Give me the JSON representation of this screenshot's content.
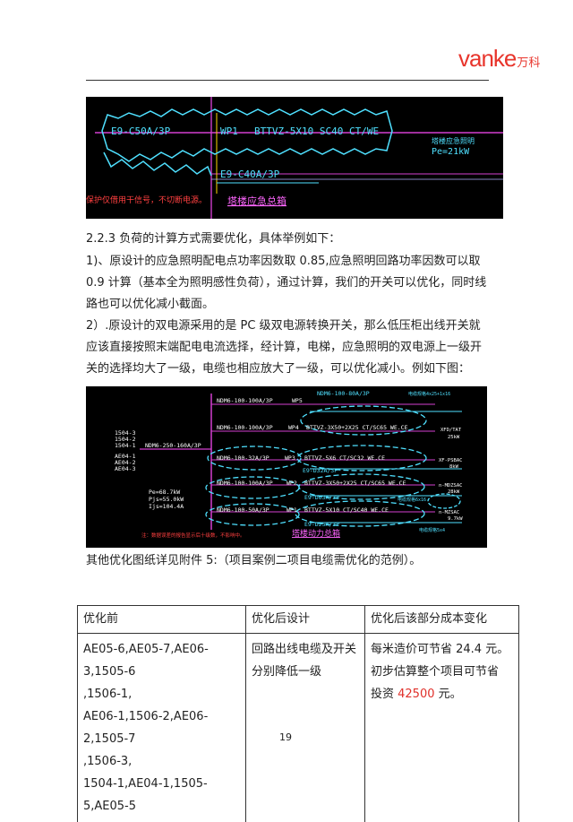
{
  "header": {
    "brand_latin": "vanke",
    "brand_cn": "万科"
  },
  "figure1": {
    "labels": {
      "breaker_top": "E9-C50A/3P",
      "wp": "WP1",
      "cable": "BTTVZ-5X10 SC40 CT/WE",
      "breaker_bottom": "E9-C40A/3P",
      "right_title": "塔楼应急照明",
      "right_load": "Pe=21kW",
      "left_note": "保护仅借用干信号，不切断电源。",
      "box_title": "塔楼应急总箱"
    }
  },
  "section": {
    "heading": "2.2.3 负荷的计算方式需要优化，具体举例如下：",
    "para1": "1)、原设计的应急照明配电点功率因数取 0.85,应急照明回路功率因数可以取 0.9 计算（基本全为照明感性负荷），通过计算，我们的开关可以优化，同时线路也可以优化减小截面。",
    "para2": "2）.原设计的双电源采用的是 PC 级双电源转换开关，那么低压柜出线开关就应该直接按照末端配电电流选择，经计算，电梯，应急照明的双电源上一级开关的选择均大了一级，电缆也相应放大了一级，可以优化减小。例如下图："
  },
  "figure2": {
    "labels": {
      "r1": "NDM6-100-100A/3P",
      "r1wp": "WP5",
      "r1b": "NDM6-100-80A/3P",
      "r1c": "电缆规格4x25+1x16",
      "r2": "NDM6-100-100A/3P",
      "r2wp": "WP4",
      "r2cable": "BTTVZ-3X50+2X25 CT/SC65 WE.CE",
      "r2load": "XFD/TAT",
      "r2kw": "25kW",
      "main": "NDM6-250-160A/3P",
      "left1": "1504-3",
      "left2": "1504-2",
      "left3": "1504-1",
      "left4": "AE04-1",
      "left5": "AE04-2",
      "left6": "AE04-3",
      "r3": "NDM6-100-32A/3P",
      "r3wp": "WP3",
      "r3cable": "BTTVZ-5X6 CT/SC32 WE.CE",
      "r3load": "XF-PSBAC",
      "r3kw": "8kW",
      "r3b": "E9-D32A/3P",
      "r4": "NDM6-100-100A/3P",
      "r4wp": "WP2",
      "r4cable": "BTTVZ-3X50+2X25 CT/SC65 WE.CE",
      "r4load": "n-MDZSAC",
      "r4kw": "28kW",
      "r4b": "E9-D63A/3P",
      "r4c": "电缆规格6x16",
      "pe": "Pe=68.7kW",
      "pjs": "Pjs=55.0kW",
      "ijs": "Ijs=104.4A",
      "r5": "NDM6-100-50A/3P",
      "r5wp": "WP1",
      "r5cable": "BTTVZ-5X10 CT/SC40 WE.CE",
      "r5load": "n-MZSAC",
      "r5kw": "9.7kW",
      "r5b": "E9-D25A/3P",
      "r5c": "电缆规格5x4",
      "note": "注：数据误差的报告显示后十级数，不影响中。",
      "box_title": "塔楼动力总箱"
    }
  },
  "caption": "其他优化图纸详见附件 5:（项目案例二项目电缆需优化的范例）。",
  "table": {
    "headers": [
      "优化前",
      "优化后设计",
      "优化后该部分成本变化"
    ],
    "row": {
      "before_lines": [
        "AE05-6,AE05-7,AE06-3,1505-6",
        ",1506-1,",
        "AE06-1,1506-2,AE06-2,1505-7",
        ",1506-3,",
        "1504-1,AE04-1,1505-5,AE05-5"
      ],
      "after_lines": [
        "回路出线电缆及开关",
        "分别降低一级"
      ],
      "cost_line1": "每米造价可节省 24.4 元。",
      "cost_line2": "初步估算整个项目可节省",
      "cost_prefix": "投资 ",
      "cost_value": "42500",
      "cost_suffix": " 元。"
    }
  },
  "page_number": "19"
}
